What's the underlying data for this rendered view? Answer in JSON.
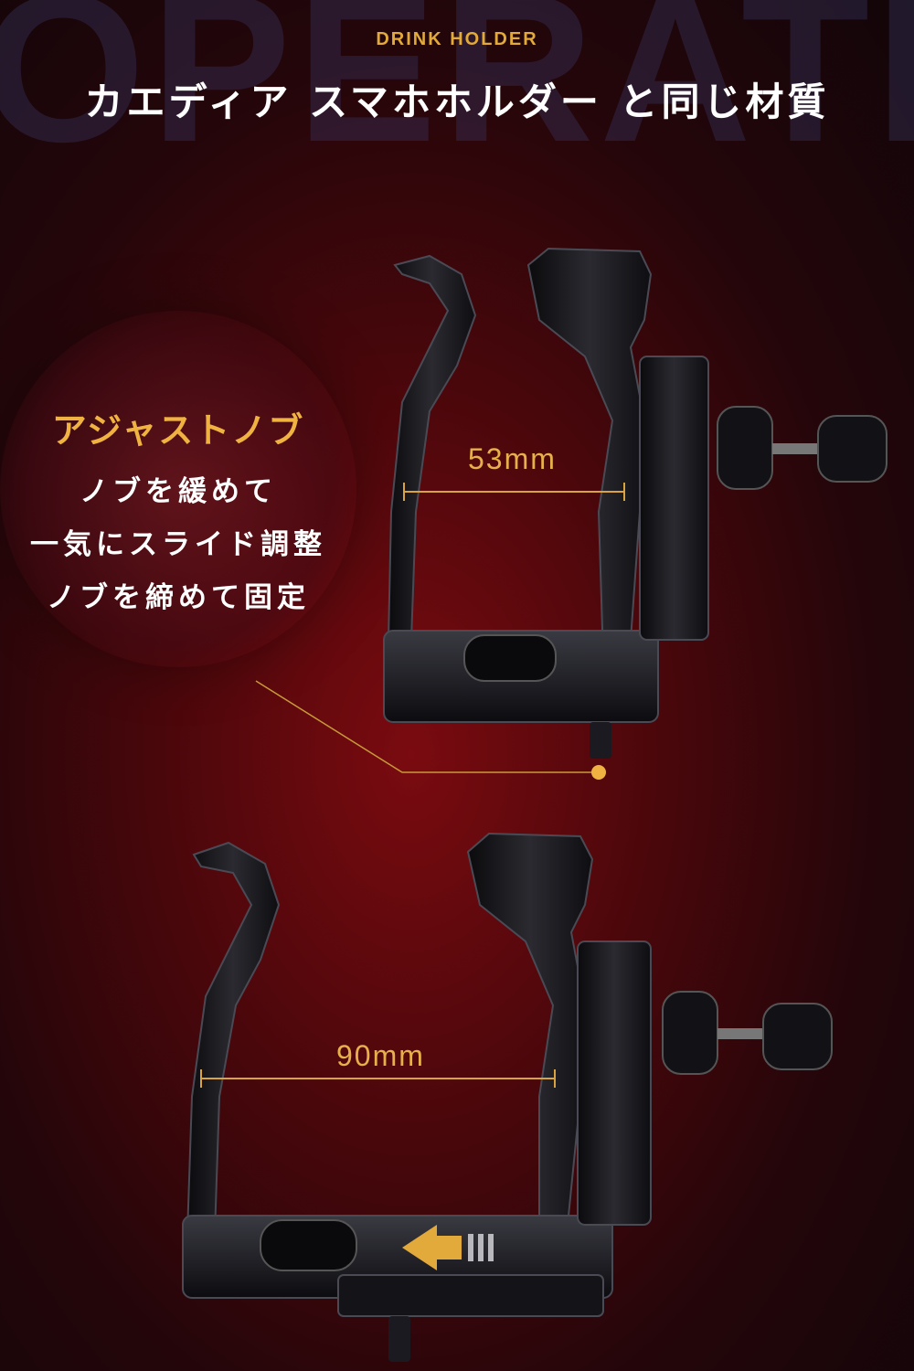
{
  "background_word": "OPERATION",
  "eyebrow": "DRINK HOLDER",
  "headline": "カエディア スマホホルダー と同じ材質",
  "callout": {
    "title": "アジャストノブ",
    "lines": [
      "ノブを緩めて",
      "一気にスライド調整",
      "ノブを締めて固定"
    ]
  },
  "dimensions": {
    "top": "53mm",
    "bottom": "90mm"
  },
  "colors": {
    "accent": "#e2a93b",
    "background": "#4a070b",
    "text": "#ffffff"
  }
}
